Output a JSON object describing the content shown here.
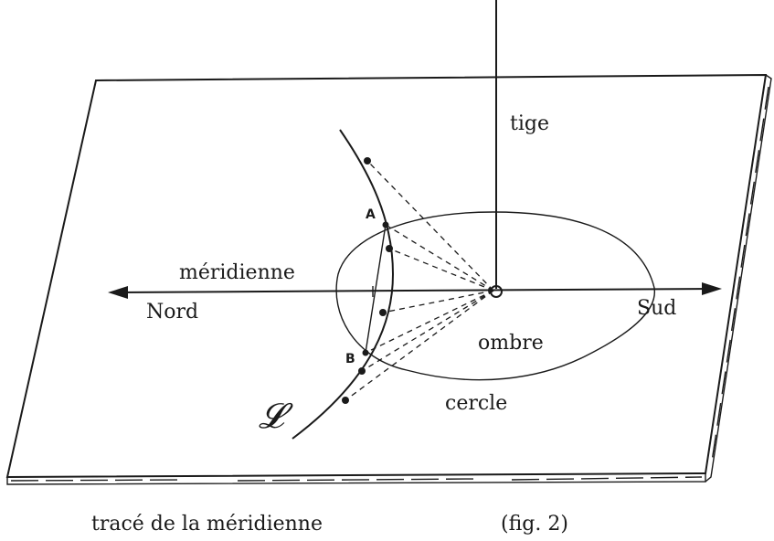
{
  "labels": {
    "rod": "tige",
    "meridian": "méridienne",
    "north": "Nord",
    "south": "Sud",
    "shadow": "ombre",
    "circle": "cercle",
    "point_a": "A",
    "point_b": "B",
    "curve": "𝓛"
  },
  "caption": {
    "text": "tracé de la méridienne",
    "figure": "(fig. 2)"
  }
}
